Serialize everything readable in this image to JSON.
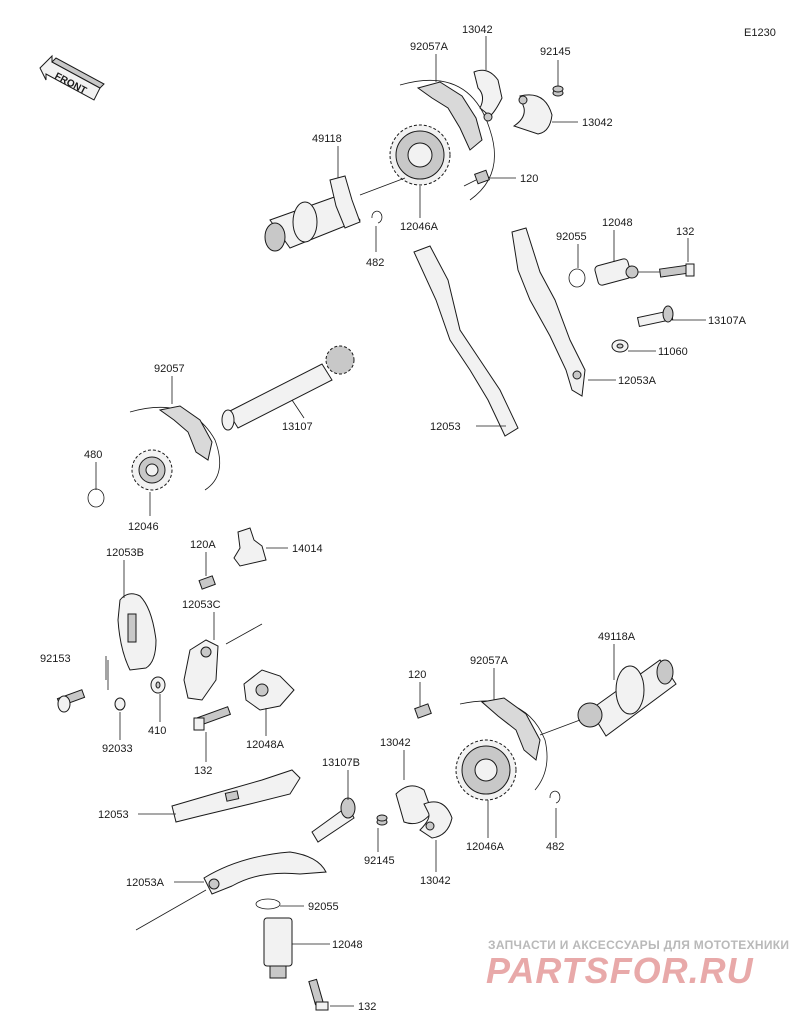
{
  "diagram": {
    "code": "E1230",
    "front_label": "FRONT",
    "labels": {
      "p92057A_top": "92057A",
      "p13042_top": "13042",
      "p92145_top": "92145",
      "p13042_right": "13042",
      "p49118": "49118",
      "p120_top": "120",
      "p12046A_top": "12046A",
      "p482_top": "482",
      "p92055_top": "92055",
      "p12048_top": "12048",
      "p132_top": "132",
      "p13107A": "13107A",
      "p11060": "11060",
      "p12053A_top": "12053A",
      "p12053_top": "12053",
      "p92057": "92057",
      "p13107": "13107",
      "p480": "480",
      "p12046": "12046",
      "p120A": "120A",
      "p14014": "14014",
      "p12053B": "12053B",
      "p12053C": "12053C",
      "p92153": "92153",
      "p92033": "92033",
      "p410": "410",
      "p132_mid": "132",
      "p12048A": "12048A",
      "p49118A": "49118A",
      "p120_bot": "120",
      "p92057A_bot": "92057A",
      "p13042_bot1": "13042",
      "p13107B": "13107B",
      "p12053_bot": "12053",
      "p92145_bot": "92145",
      "p13042_bot2": "13042",
      "p12046A_bot": "12046A",
      "p482_bot": "482",
      "p12053A_bot": "12053A",
      "p92055_bot": "92055",
      "p12048_bot": "12048",
      "p132_bot": "132"
    }
  },
  "watermark": {
    "line1": "ЗАПЧАСТИ И АКСЕССУАРЫ ДЛЯ МОТОТЕХНИКИ",
    "line2": "PARTSFOR.RU"
  }
}
